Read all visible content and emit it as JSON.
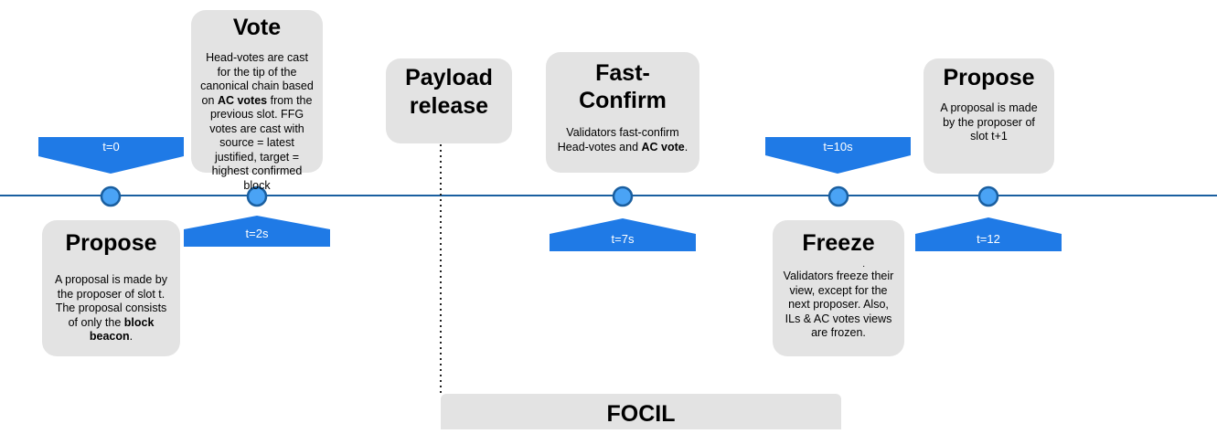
{
  "colors": {
    "timeline": "#1a5fa0",
    "marker_fill": "#4aa3f5",
    "marker_stroke": "#1a5fa0",
    "label_fill": "#1f7ae6",
    "card_fill": "#e3e3e3",
    "dotted_line": "#222222"
  },
  "labels": {
    "t0": "t=0",
    "t2": "t=2s",
    "t7": "t=7s",
    "t10": "t=10s",
    "t12": "t=12"
  },
  "cards": {
    "propose_t": {
      "title": "Propose",
      "body_pre": "A proposal is made by the proposer of slot t. The proposal consists of only the ",
      "body_bold": "block beacon",
      "body_post": "."
    },
    "vote": {
      "title": "Vote",
      "body_pre": "Head-votes are cast for the tip of the canonical chain based on ",
      "body_bold": "AC votes",
      "body_post": " from the previous slot. FFG votes are cast with source = latest justified, target = highest confirmed block"
    },
    "payload_release": {
      "title": "Payload release"
    },
    "fast_confirm": {
      "title": "Fast-Confirm",
      "body_pre": "Validators fast-confirm Head-votes and ",
      "body_bold": "AC vote",
      "body_post": "."
    },
    "freeze": {
      "title": "Freeze",
      "body": "Validators freeze their view, except for the next proposer. Also, ILs & AC votes views are frozen."
    },
    "propose_t1": {
      "title": "Propose",
      "body": "A proposal is made by the proposer of slot t+1"
    }
  },
  "focil": {
    "label": "FOCIL"
  }
}
